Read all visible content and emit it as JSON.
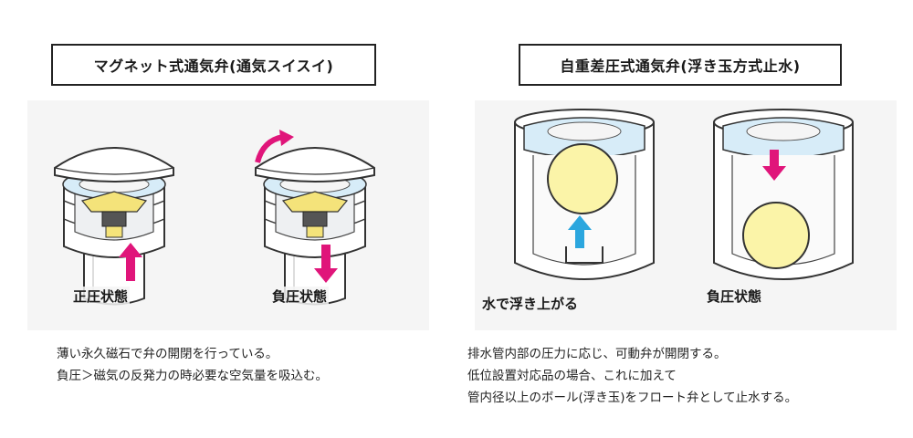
{
  "left": {
    "title": "マグネット式通気弁(通気スイスイ)",
    "caption_positive": "正圧状態",
    "caption_negative": "負圧状態",
    "description": [
      "薄い永久磁石で弁の開閉を行っている。",
      "負圧＞磁気の反発力の時必要な空気量を吸込む。"
    ]
  },
  "right": {
    "title": "自重差圧式通気弁(浮き玉方式止水)",
    "caption_floating": "水で浮き上がる",
    "caption_negative": "負圧状態",
    "description": [
      "排水管内部の圧力に応じ、可動弁が開閉する。",
      "低位設置対応品の場合、これに加えて",
      "管内径以上のボール(浮き玉)をフロート弁として止水する。"
    ]
  },
  "colors": {
    "magenta_arrow": "#e0157a",
    "blue_arrow": "#2ba6de",
    "light_blue": "#d7ecf8",
    "ball_yellow": "#fbf4a8",
    "part_yellow": "#f4e37a"
  }
}
